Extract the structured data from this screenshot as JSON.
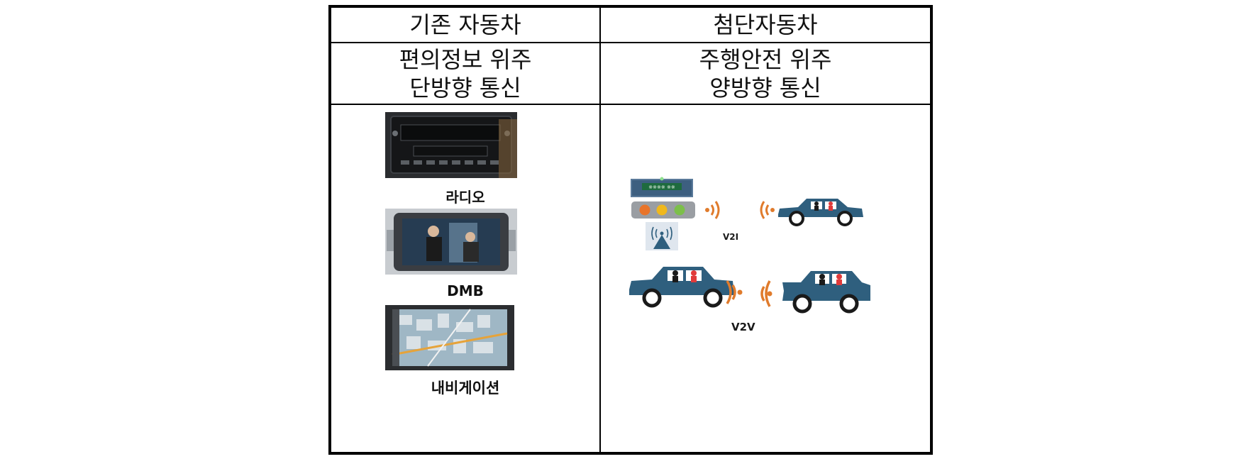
{
  "table": {
    "header": {
      "left": "기존 자동차",
      "right": "첨단자동차"
    },
    "features": {
      "left_line1": "편의정보 위주",
      "left_line2": "단방향 통신",
      "right_line1": "주행안전 위주",
      "right_line2": "양방향 통신"
    },
    "left_items": [
      {
        "caption": "라디오",
        "icon": "car-radio-cassette-photo"
      },
      {
        "caption": "DMB",
        "icon": "dmb-video-screen-photo"
      },
      {
        "caption": "내비게이션",
        "icon": "navigation-map-screen-photo"
      }
    ],
    "right_diagram": {
      "sign_text": "※※※※ ※※",
      "v2i_label": "V2I",
      "v2v_label": "V2V",
      "colors": {
        "car_body": "#2f5f7e",
        "signal_wave": "#e07b2c",
        "traffic_red": "#e8742a",
        "traffic_yellow": "#f0b81c",
        "traffic_green": "#7cbf4a",
        "passenger_red": "#e03a3a"
      }
    }
  }
}
